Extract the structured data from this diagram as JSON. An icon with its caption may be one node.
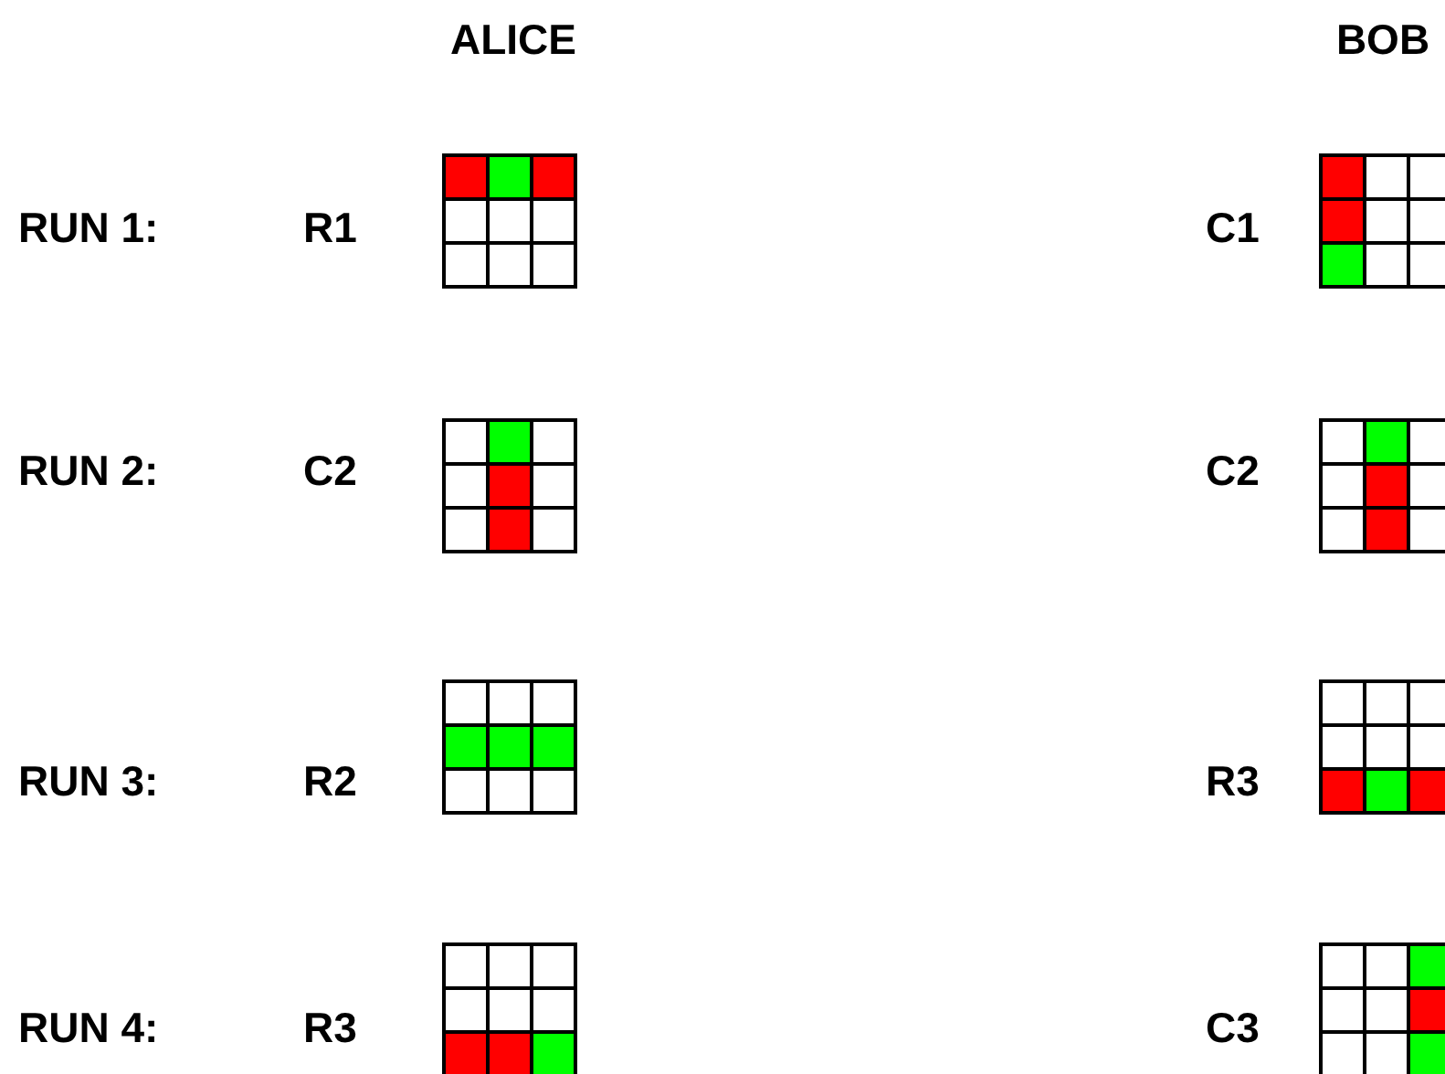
{
  "diagram": {
    "labels": [
      "ALICE",
      "BOB",
      "RUN 1:",
      "R1",
      "C1",
      "RUN 2:",
      "C2",
      "C2",
      "RUN 3:",
      "R2",
      "R3",
      "RUN 4:",
      "R3",
      "C3"
    ]
  }
}
